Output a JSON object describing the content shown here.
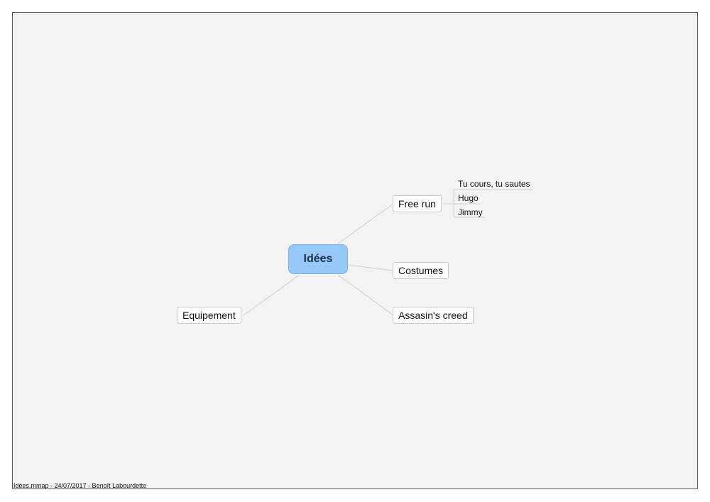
{
  "map": {
    "central": "Idées",
    "branches": {
      "free_run": {
        "label": "Free run",
        "children": [
          "Tu cours, tu sautes",
          "Hugo",
          "Jimmy"
        ]
      },
      "costumes": {
        "label": "Costumes"
      },
      "assassin": {
        "label": "Assasin's creed"
      },
      "equipement": {
        "label": "Equipement"
      }
    }
  },
  "footer": "Idées.mmap - 24/07/2017 - Benoît Labourdette",
  "colors": {
    "central_fill": "#96c8f8",
    "canvas_bg": "#f3f3f3",
    "link": "#cccccc"
  }
}
